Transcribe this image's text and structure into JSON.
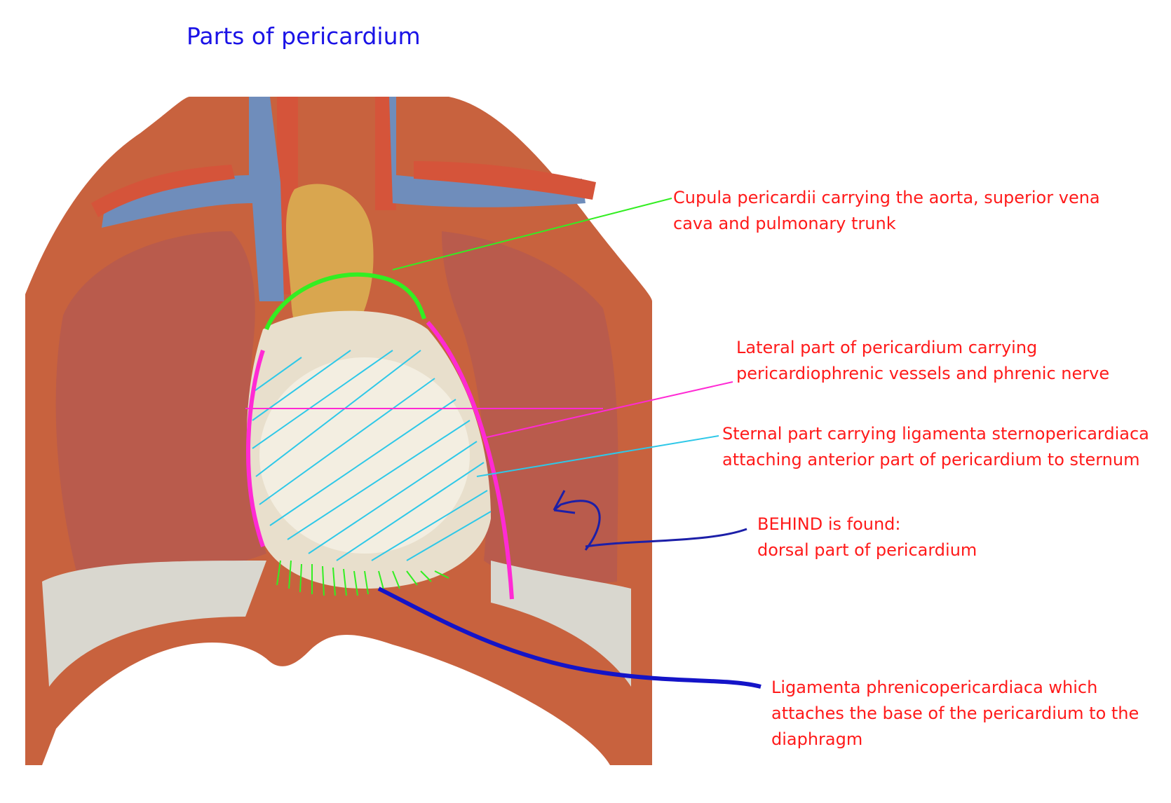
{
  "title": "Parts of  pericardium",
  "colors": {
    "title": "#1a12e6",
    "label_text": "#ff1a1a",
    "cupula_line": "#33ee22",
    "lateral_line": "#ff2ad4",
    "sternal_line": "#2ec8e8",
    "dorsal_line": "#1c1fa8",
    "ligamenta_line": "#1414c8"
  },
  "labels": {
    "cupula": {
      "line1": "Cupula pericardii carrying the aorta, superior vena",
      "line2": "cava and pulmonary trunk"
    },
    "lateral": {
      "line1": "Lateral part of pericardium carrying",
      "line2": "pericardiophrenic vessels and phrenic nerve"
    },
    "sternal": {
      "line1": "Sternal part carrying ligamenta sternopericardiaca",
      "line2": "attaching anterior part of pericardium to sternum"
    },
    "dorsal": {
      "line1": "BEHIND is found:",
      "line2": "dorsal part of pericardium"
    },
    "ligamenta": {
      "line1": "Ligamenta phrenicopericardiaca which",
      "line2": "attaches the base of the pericardium to the",
      "line3": "diaphragm"
    }
  }
}
